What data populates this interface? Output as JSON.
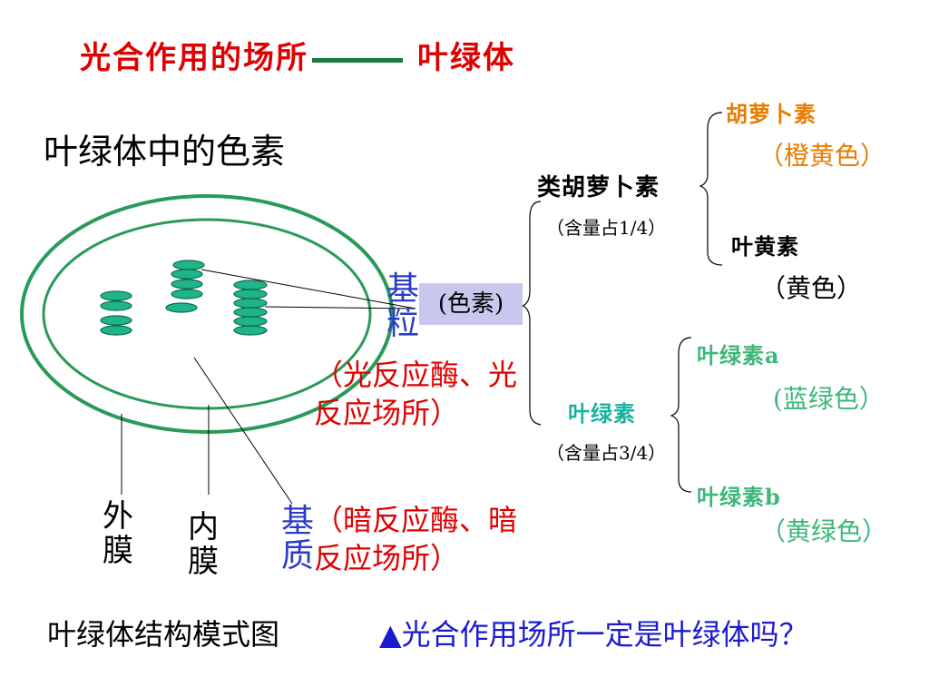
{
  "title": {
    "left": "光合作用的场所",
    "right": "叶绿体"
  },
  "subtitle": "叶绿体中的色素",
  "structure": {
    "grana": "基粒",
    "grana_function": "（光反应酶、光反应场所）",
    "stroma": "基质",
    "stroma_function": "（暗反应酶、暗反应场所）",
    "outer_membrane": "外膜",
    "inner_membrane": "内膜",
    "pigment_box": "(色素)"
  },
  "pigments": {
    "carotenoids": {
      "name": "类胡萝卜素",
      "content": "（含量占1/4）",
      "carotene": {
        "name": "胡萝卜素",
        "color": "（橙黄色）"
      },
      "xanthophyll": {
        "name": "叶黄素",
        "color": "（黄色）"
      }
    },
    "chlorophyll": {
      "name": "叶绿素",
      "content": "（含量占3/4）",
      "a": {
        "name": "叶绿素a",
        "color": "(蓝绿色）"
      },
      "b": {
        "name": "叶绿素b",
        "color": "（黄绿色）"
      }
    }
  },
  "caption": "叶绿体结构模式图",
  "question": "▲光合作用场所一定是叶绿体吗？",
  "colors": {
    "title_red": "#e00000",
    "blue_label": "#2b3bc8",
    "membrane_green": "#2a9a5a",
    "thylakoid_fill": "#1fb58a",
    "orange": "#e87b00",
    "chlorophyll_green": "#3cb878"
  }
}
